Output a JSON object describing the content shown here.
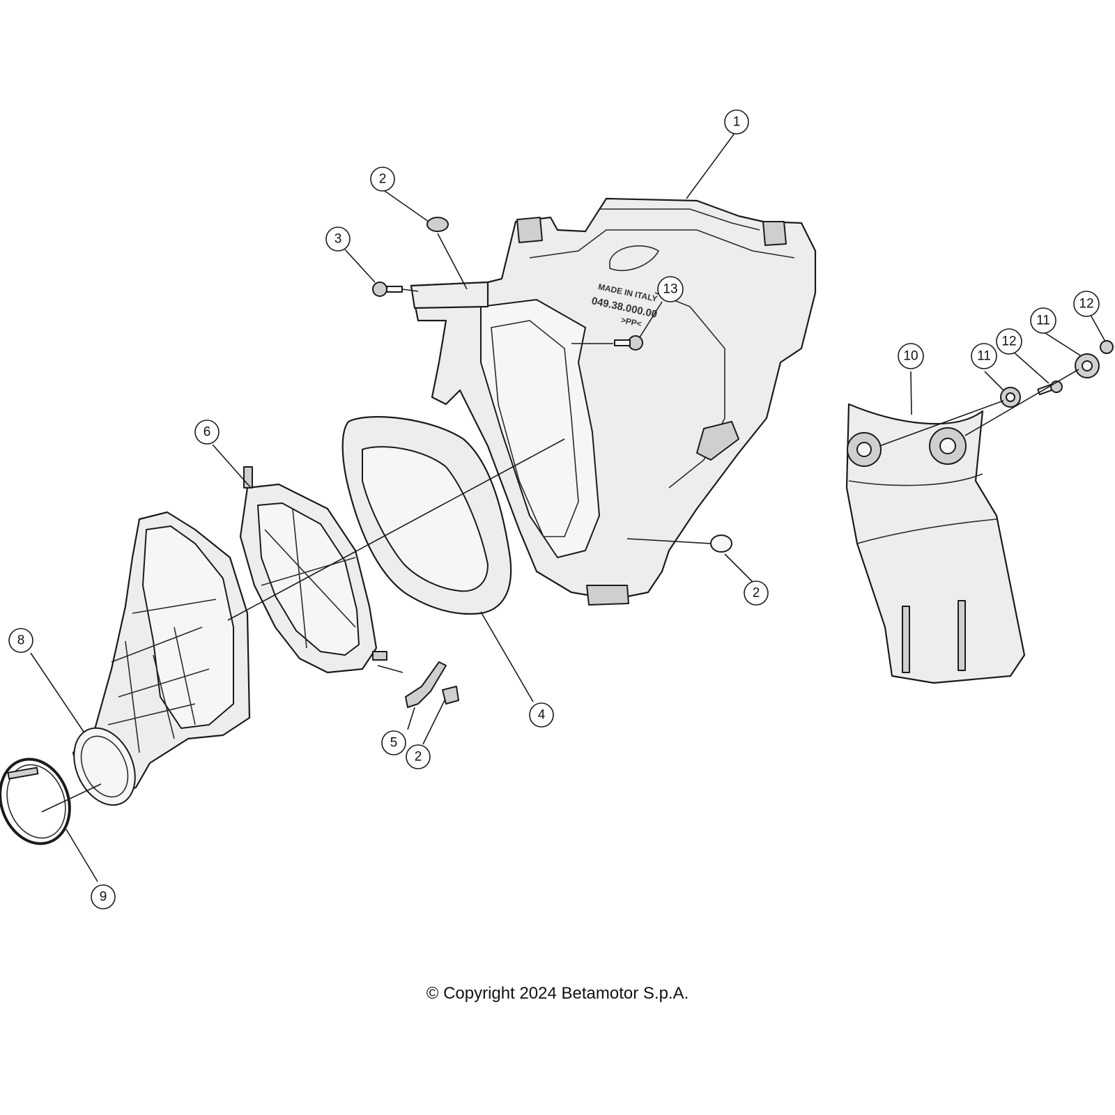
{
  "callouts": [
    {
      "id": "c1",
      "label": "1"
    },
    {
      "id": "c2a",
      "label": "2"
    },
    {
      "id": "c2b",
      "label": "2"
    },
    {
      "id": "c2c",
      "label": "2"
    },
    {
      "id": "c3",
      "label": "3"
    },
    {
      "id": "c4",
      "label": "4"
    },
    {
      "id": "c5",
      "label": "5"
    },
    {
      "id": "c6",
      "label": "6"
    },
    {
      "id": "c8",
      "label": "8"
    },
    {
      "id": "c9",
      "label": "9"
    },
    {
      "id": "c10",
      "label": "10"
    },
    {
      "id": "c11a",
      "label": "11"
    },
    {
      "id": "c11b",
      "label": "11"
    },
    {
      "id": "c12a",
      "label": "12"
    },
    {
      "id": "c12b",
      "label": "12"
    },
    {
      "id": "c13",
      "label": "13"
    }
  ],
  "part_stamp": {
    "line1": "MADE IN ITALY",
    "line2": "049.38.000.00",
    "line3": ">PP<"
  },
  "copyright": "© Copyright 2024 Betamotor S.p.A."
}
